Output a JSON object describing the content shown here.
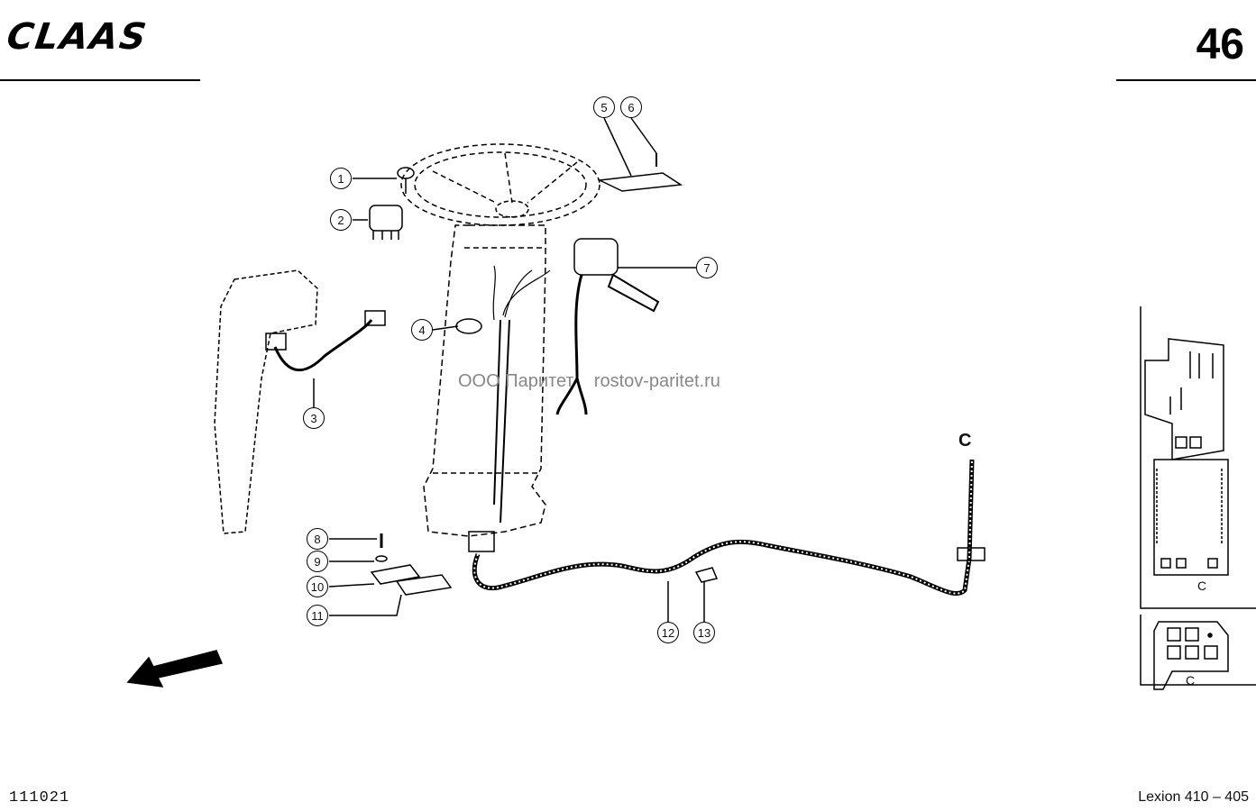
{
  "header": {
    "brand": "CLAAS",
    "page_number": "46"
  },
  "footer": {
    "drawing_code": "111021",
    "model": "Lexion 410 – 405"
  },
  "watermark": "ООО Паритет    rostov-paritet.ru",
  "callouts": [
    "1",
    "2",
    "3",
    "4",
    "5",
    "6",
    "7",
    "8",
    "9",
    "10",
    "11",
    "12",
    "13"
  ],
  "section_labels": {
    "main": "C",
    "inset_upper": "C",
    "inset_lower": "C"
  }
}
